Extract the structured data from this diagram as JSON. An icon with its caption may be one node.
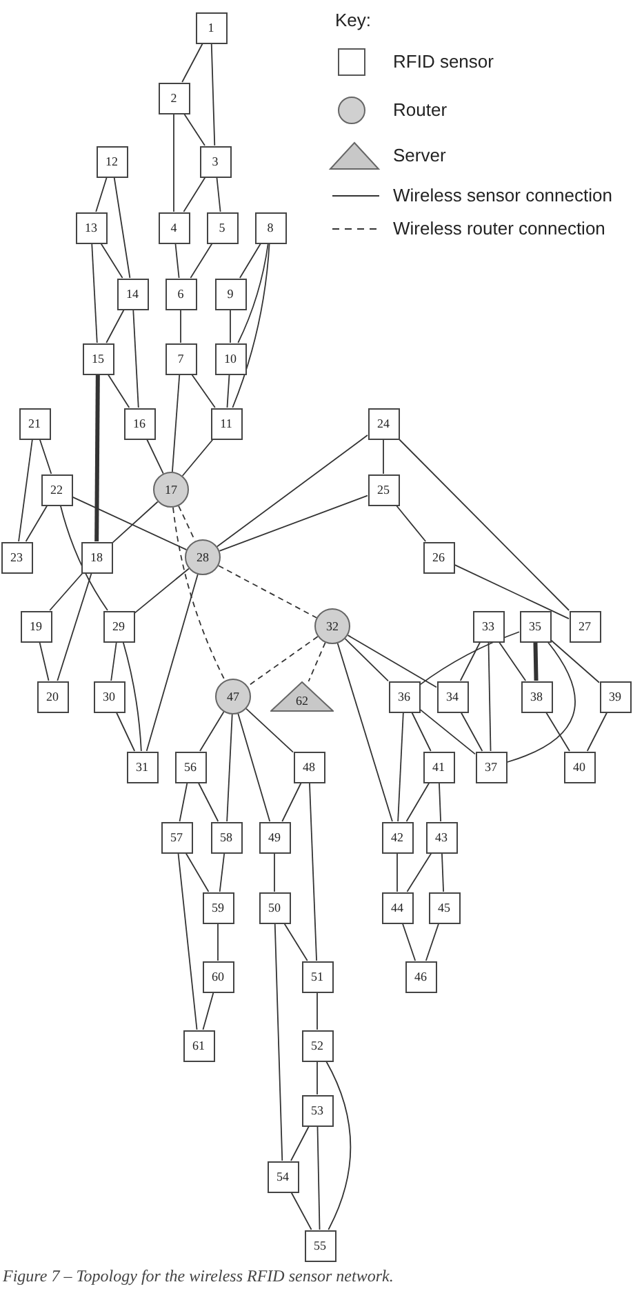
{
  "diagram": {
    "caption": "Figure 7 – Topology for the wireless RFID sensor network.",
    "nodes": [
      {
        "text": [
          "1"
        ]
      },
      {
        "text": [
          "2"
        ]
      },
      {
        "text": [
          "3"
        ]
      },
      {
        "text": [
          "4"
        ]
      },
      {
        "text": [
          "5"
        ]
      },
      {
        "text": [
          "6"
        ]
      },
      {
        "text": [
          "7"
        ]
      },
      {
        "text": [
          "8"
        ]
      },
      {
        "text": [
          "9"
        ]
      },
      {
        "text": [
          "10"
        ]
      },
      {
        "text": [
          "11"
        ]
      },
      {
        "text": [
          "12"
        ]
      },
      {
        "text": [
          "13"
        ]
      },
      {
        "text": [
          "14"
        ]
      },
      {
        "text": [
          "15"
        ]
      },
      {
        "text": [
          "16"
        ]
      },
      {
        "text": [
          "17"
        ]
      },
      {
        "text": [
          "18"
        ]
      },
      {
        "text": [
          "19"
        ]
      },
      {
        "text": [
          "20"
        ]
      },
      {
        "text": [
          "21"
        ]
      },
      {
        "text": [
          "22"
        ]
      },
      {
        "text": [
          "23"
        ]
      },
      {
        "text": [
          "24"
        ]
      },
      {
        "text": [
          "25"
        ]
      },
      {
        "text": [
          "26"
        ]
      },
      {
        "text": [
          "27"
        ]
      },
      {
        "text": [
          "28"
        ]
      },
      {
        "text": [
          "29"
        ]
      },
      {
        "text": [
          "30"
        ]
      },
      {
        "text": [
          "31"
        ]
      },
      {
        "text": [
          "32"
        ]
      },
      {
        "text": [
          "33"
        ]
      },
      {
        "text": [
          "34"
        ]
      },
      {
        "text": [
          "35"
        ]
      },
      {
        "text": [
          "36"
        ]
      },
      {
        "text": [
          "37"
        ]
      },
      {
        "text": [
          "38"
        ]
      },
      {
        "text": [
          "39"
        ]
      },
      {
        "text": [
          "40"
        ]
      },
      {
        "text": [
          "41"
        ]
      },
      {
        "text": [
          "42"
        ]
      },
      {
        "text": [
          "43"
        ]
      },
      {
        "text": [
          "44"
        ]
      },
      {
        "text": [
          "45"
        ]
      },
      {
        "text": [
          "46"
        ]
      },
      {
        "text": [
          "47"
        ]
      },
      {
        "text": [
          "48"
        ]
      },
      {
        "text": [
          "49"
        ]
      },
      {
        "text": [
          "50"
        ]
      },
      {
        "text": [
          "51"
        ]
      },
      {
        "text": [
          "52"
        ]
      },
      {
        "text": [
          "53"
        ]
      },
      {
        "text": [
          "54"
        ]
      },
      {
        "text": [
          "55"
        ]
      },
      {
        "text": [
          "56"
        ]
      },
      {
        "text": [
          "57"
        ]
      },
      {
        "text": [
          "58"
        ]
      },
      {
        "text": [
          "59"
        ]
      },
      {
        "text": [
          "60"
        ]
      },
      {
        "text": [
          "61"
        ]
      },
      {
        "text": [
          "62"
        ]
      }
    ],
    "edges": [
      {
        "from": 0,
        "to": 1,
        "arrow": "none"
      },
      {
        "from": 0,
        "to": 2,
        "arrow": "none"
      },
      {
        "from": 1,
        "to": 2,
        "arrow": "none"
      },
      {
        "from": 1,
        "to": 3,
        "arrow": "none"
      },
      {
        "from": 2,
        "to": 3,
        "arrow": "none"
      },
      {
        "from": 2,
        "to": 4,
        "arrow": "none"
      },
      {
        "from": 3,
        "to": 5,
        "arrow": "none"
      },
      {
        "from": 4,
        "to": 5,
        "arrow": "none"
      },
      {
        "from": 5,
        "to": 6,
        "arrow": "none"
      },
      {
        "from": 6,
        "to": 16,
        "arrow": "none"
      },
      {
        "from": 6,
        "to": 10,
        "arrow": "none"
      },
      {
        "from": 7,
        "to": 8,
        "arrow": "none"
      },
      {
        "from": 7,
        "to": 9,
        "arrow": "none"
      },
      {
        "from": 7,
        "to": 10,
        "arrow": "none"
      },
      {
        "from": 8,
        "to": 9,
        "arrow": "none"
      },
      {
        "from": 9,
        "to": 10,
        "arrow": "none"
      },
      {
        "from": 10,
        "to": 16,
        "arrow": "none"
      },
      {
        "from": 11,
        "to": 12,
        "arrow": "none"
      },
      {
        "from": 11,
        "to": 13,
        "arrow": "none"
      },
      {
        "from": 12,
        "to": 13,
        "arrow": "none"
      },
      {
        "from": 12,
        "to": 14,
        "arrow": "none"
      },
      {
        "from": 13,
        "to": 14,
        "arrow": "none"
      },
      {
        "from": 13,
        "to": 15,
        "arrow": "none"
      },
      {
        "from": 14,
        "to": 15,
        "arrow": "none"
      },
      {
        "from": 14,
        "to": 17,
        "arrow": "none",
        "style": "thick"
      },
      {
        "from": 15,
        "to": 16,
        "arrow": "none"
      },
      {
        "from": 16,
        "to": 17,
        "arrow": "none"
      },
      {
        "from": 16,
        "to": 27,
        "arrow": "none",
        "style": "dashed"
      },
      {
        "from": 16,
        "to": 46,
        "arrow": "none",
        "style": "dashed"
      },
      {
        "from": 20,
        "to": 21,
        "arrow": "none"
      },
      {
        "from": 20,
        "to": 22,
        "arrow": "none"
      },
      {
        "from": 21,
        "to": 22,
        "arrow": "none"
      },
      {
        "from": 21,
        "to": 27,
        "arrow": "none"
      },
      {
        "from": 21,
        "to": 28,
        "arrow": "none"
      },
      {
        "from": 17,
        "to": 18,
        "arrow": "none"
      },
      {
        "from": 17,
        "to": 19,
        "arrow": "none"
      },
      {
        "from": 18,
        "to": 19,
        "arrow": "none"
      },
      {
        "from": 27,
        "to": 28,
        "arrow": "none"
      },
      {
        "from": 27,
        "to": 30,
        "arrow": "none"
      },
      {
        "from": 27,
        "to": 23,
        "arrow": "none"
      },
      {
        "from": 27,
        "to": 24,
        "arrow": "none"
      },
      {
        "from": 27,
        "to": 31,
        "arrow": "none",
        "style": "dashed"
      },
      {
        "from": 28,
        "to": 29,
        "arrow": "none"
      },
      {
        "from": 28,
        "to": 30,
        "arrow": "none"
      },
      {
        "from": 29,
        "to": 30,
        "arrow": "none"
      },
      {
        "from": 23,
        "to": 24,
        "arrow": "none"
      },
      {
        "from": 23,
        "to": 26,
        "arrow": "none"
      },
      {
        "from": 24,
        "to": 25,
        "arrow": "none"
      },
      {
        "from": 25,
        "to": 26,
        "arrow": "none"
      },
      {
        "from": 31,
        "to": 46,
        "arrow": "none",
        "style": "dashed"
      },
      {
        "from": 31,
        "to": 61,
        "arrow": "none",
        "style": "dashed"
      },
      {
        "from": 31,
        "to": 35,
        "arrow": "none"
      },
      {
        "from": 31,
        "to": 33,
        "arrow": "none"
      },
      {
        "from": 31,
        "to": 41,
        "arrow": "none"
      },
      {
        "from": 34,
        "to": 35,
        "arrow": "none"
      },
      {
        "from": 32,
        "to": 33,
        "arrow": "none"
      },
      {
        "from": 32,
        "to": 36,
        "arrow": "none"
      },
      {
        "from": 32,
        "to": 37,
        "arrow": "none"
      },
      {
        "from": 34,
        "to": 37,
        "arrow": "none",
        "style": "thick"
      },
      {
        "from": 34,
        "to": 36,
        "arrow": "none"
      },
      {
        "from": 34,
        "to": 38,
        "arrow": "none"
      },
      {
        "from": 35,
        "to": 36,
        "arrow": "none"
      },
      {
        "from": 35,
        "to": 40,
        "arrow": "none"
      },
      {
        "from": 35,
        "to": 41,
        "arrow": "none"
      },
      {
        "from": 33,
        "to": 36,
        "arrow": "none"
      },
      {
        "from": 37,
        "to": 39,
        "arrow": "none"
      },
      {
        "from": 38,
        "to": 39,
        "arrow": "none"
      },
      {
        "from": 40,
        "to": 42,
        "arrow": "none"
      },
      {
        "from": 40,
        "to": 41,
        "arrow": "none"
      },
      {
        "from": 41,
        "to": 43,
        "arrow": "none"
      },
      {
        "from": 42,
        "to": 43,
        "arrow": "none"
      },
      {
        "from": 42,
        "to": 44,
        "arrow": "none"
      },
      {
        "from": 43,
        "to": 45,
        "arrow": "none"
      },
      {
        "from": 44,
        "to": 45,
        "arrow": "none"
      },
      {
        "from": 46,
        "to": 55,
        "arrow": "none"
      },
      {
        "from": 46,
        "to": 57,
        "arrow": "none"
      },
      {
        "from": 46,
        "to": 48,
        "arrow": "none"
      },
      {
        "from": 46,
        "to": 47,
        "arrow": "none"
      },
      {
        "from": 47,
        "to": 48,
        "arrow": "none"
      },
      {
        "from": 47,
        "to": 50,
        "arrow": "none"
      },
      {
        "from": 55,
        "to": 56,
        "arrow": "none"
      },
      {
        "from": 55,
        "to": 57,
        "arrow": "none"
      },
      {
        "from": 56,
        "to": 58,
        "arrow": "none"
      },
      {
        "from": 56,
        "to": 60,
        "arrow": "none"
      },
      {
        "from": 57,
        "to": 58,
        "arrow": "none"
      },
      {
        "from": 58,
        "to": 59,
        "arrow": "none"
      },
      {
        "from": 59,
        "to": 60,
        "arrow": "none"
      },
      {
        "from": 48,
        "to": 49,
        "arrow": "none"
      },
      {
        "from": 49,
        "to": 50,
        "arrow": "none"
      },
      {
        "from": 49,
        "to": 53,
        "arrow": "none"
      },
      {
        "from": 50,
        "to": 51,
        "arrow": "none"
      },
      {
        "from": 51,
        "to": 52,
        "arrow": "none"
      },
      {
        "from": 51,
        "to": 54,
        "arrow": "none"
      },
      {
        "from": 52,
        "to": 53,
        "arrow": "none"
      },
      {
        "from": 52,
        "to": 54,
        "arrow": "none"
      },
      {
        "from": 53,
        "to": 54,
        "arrow": "none"
      }
    ],
    "labels": [
      "Key:"
    ],
    "legend": [
      {
        "text": "RFID sensor"
      },
      {
        "text": "Router"
      },
      {
        "text": "Server"
      },
      {
        "text": "Wireless sensor connection"
      },
      {
        "text": "Wireless router connection"
      }
    ]
  }
}
